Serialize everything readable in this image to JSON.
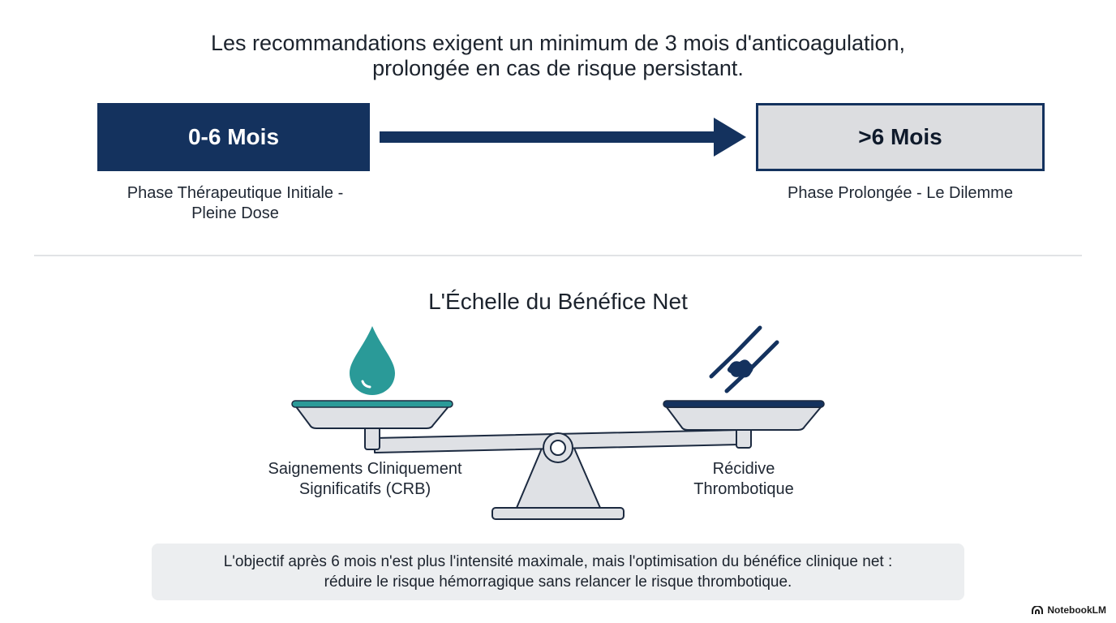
{
  "headline": {
    "line1": "Les recommandations exigent un minimum de 3 mois d'anticoagulation,",
    "line2": "prolongée en cas de risque persistant."
  },
  "timeline": {
    "phase1": {
      "title": "0-6 Mois",
      "label_line1": "Phase Thérapeutique Initiale -",
      "label_line2": "Pleine Dose"
    },
    "phase2": {
      "title": ">6 Mois",
      "label": "Phase Prolongée - Le Dilemme"
    }
  },
  "scale": {
    "title": "L'Échelle du Bénéfice Net",
    "left_label_line1": "Saignements Cliniquement",
    "left_label_line2": "Significatifs (CRB)",
    "right_label_line1": "Récidive",
    "right_label_line2": "Thrombotique",
    "left_icon": "blood-drop-icon",
    "right_icon": "blood-clot-vessel-icon"
  },
  "summary": {
    "line1": "L'objectif après 6 mois n'est plus l'intensité maximale, mais l'optimisation du bénéfice clinique net :",
    "line2": "réduire le risque hémorragique sans relancer le risque thrombotique."
  },
  "brand": {
    "name": "NotebookLM"
  },
  "colors": {
    "navy": "#14325e",
    "teal": "#2a9a98",
    "grey_box": "#dcdde0",
    "summary_bg": "#eceef0"
  }
}
